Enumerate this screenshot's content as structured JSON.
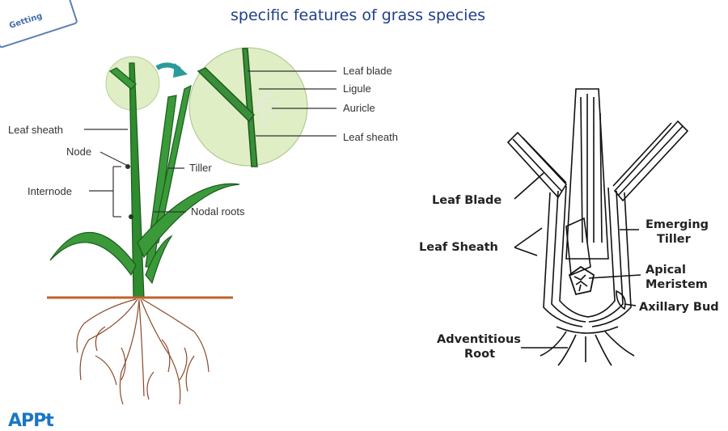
{
  "header": {
    "title": "specific features of grass species",
    "badge_text": "Getting",
    "logo_text": "APPt",
    "logo_sub": ""
  },
  "plant_diagram": {
    "labels": {
      "leaf_sheath": "Leaf sheath",
      "node": "Node",
      "internode": "Internode",
      "tiller": "Tiller",
      "nodal_roots": "Nodal roots",
      "zoom_leaf_blade": "Leaf blade",
      "zoom_ligule": "Ligule",
      "zoom_auricle": "Auricle",
      "zoom_leaf_sheath": "Leaf sheath"
    }
  },
  "section_diagram": {
    "labels": {
      "leaf_blade": "Leaf Blade",
      "leaf_sheath": "Leaf Sheath",
      "emerging_tiller_1": "Emerging",
      "emerging_tiller_2": "Tiller",
      "apical_meristem_1": "Apical",
      "apical_meristem_2": "Meristem",
      "axillary_bud": "Axillary Bud",
      "adventitious_root_1": "Adventitious",
      "adventitious_root_2": "Root"
    }
  },
  "colors": {
    "title": "#1f3f8c",
    "stem_green": "#2e8b2e",
    "stem_dark": "#1d5a1d",
    "zoom_circle": "#dfeec4",
    "soil_line": "#c0602a",
    "roots": "#8a4a2a",
    "arrow_teal": "#2a9a9a"
  }
}
